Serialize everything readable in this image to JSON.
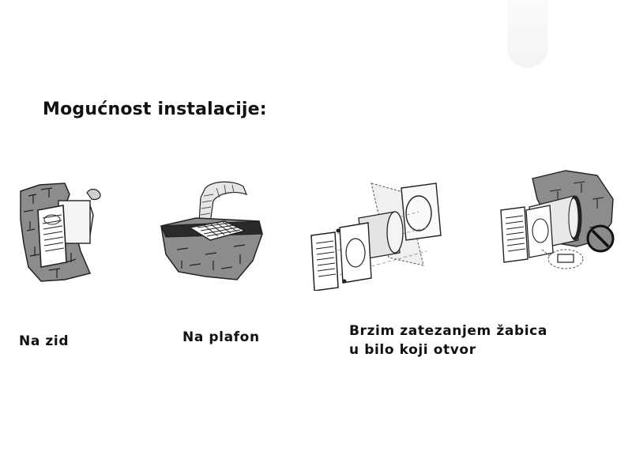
{
  "title": "Mogućnost instalacije:",
  "options": [
    {
      "label": "Na zid",
      "icon": "wall-mount-illustration"
    },
    {
      "label": "Na plafon",
      "icon": "ceiling-mount-illustration"
    },
    {
      "label_lines": [
        "Brzim zatezanjem žabica",
        "u bilo koji otvor"
      ],
      "icon": "clip-mount-exploded-illustration"
    }
  ],
  "extra_icon": "no-drilling-icon"
}
